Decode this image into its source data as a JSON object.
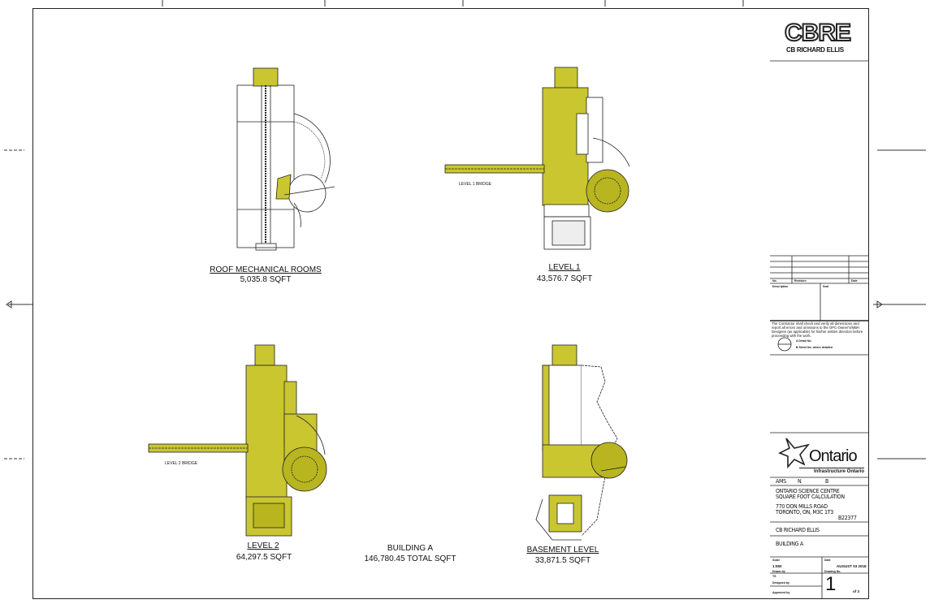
{
  "logo": {
    "brand": "CBRE",
    "subtitle": "CB RICHARD ELLIS"
  },
  "plans": [
    {
      "title": "ROOF MECHANICAL ROOMS",
      "area": "5,035.8 SQFT"
    },
    {
      "title": "LEVEL 1",
      "area": "43,576.7 SQFT",
      "bridge_label": "LEVEL 1 BRIDGE"
    },
    {
      "title": "LEVEL 2",
      "area": "64,297.5 SQFT",
      "bridge_label": "LEVEL 2 BRIDGE"
    },
    {
      "title": "BASEMENT LEVEL",
      "area": "33,871.5 SQFT"
    }
  ],
  "summary": {
    "building": "BUILDING A",
    "total": "146,780.45  TOTAL SQFT"
  },
  "revisions": {
    "col_no": "No.",
    "col_revision": "Revision",
    "col_date": "Date",
    "description": "Description",
    "seal": "Seal"
  },
  "notes": {
    "contractor_note": "The Contractor shall check and verify all dimensions and report all errors and omissions to the OPC-Owner's/MBH Designee (as applicable) for his/her written direction before proceeding with the work.",
    "legend_a": "A  Detail No.",
    "legend_b": "B  Sheet No. where detailed"
  },
  "client": {
    "name": "Ontario",
    "subtitle": "Infrastructure Ontario"
  },
  "title_block": {
    "codes": [
      "AMS",
      "N",
      "B"
    ],
    "project_line1": "ONTARIO SCIENCE CENTRE",
    "project_line2": "SQUARE FOOT CALCULATION",
    "address_line1": "770 DON MILLS ROAD",
    "address_line2": "TORONTO, ON, M3C 1T3",
    "building_no": "B22377",
    "firm": "CB RICHARD ELLIS",
    "drawing_title": "BUILDING A",
    "scale_label": "Scale",
    "scale": "1:550",
    "date_label": "Date",
    "date": "AUGUST 03 2018",
    "drawn_by_label": "Drawn by",
    "drawn_by": "TS",
    "drawing_no_label": "Drawing No.",
    "designed_by_label": "Designed by",
    "approved_by_label": "Approved by",
    "sheet_no": "1",
    "sheet_of": "of 3"
  }
}
